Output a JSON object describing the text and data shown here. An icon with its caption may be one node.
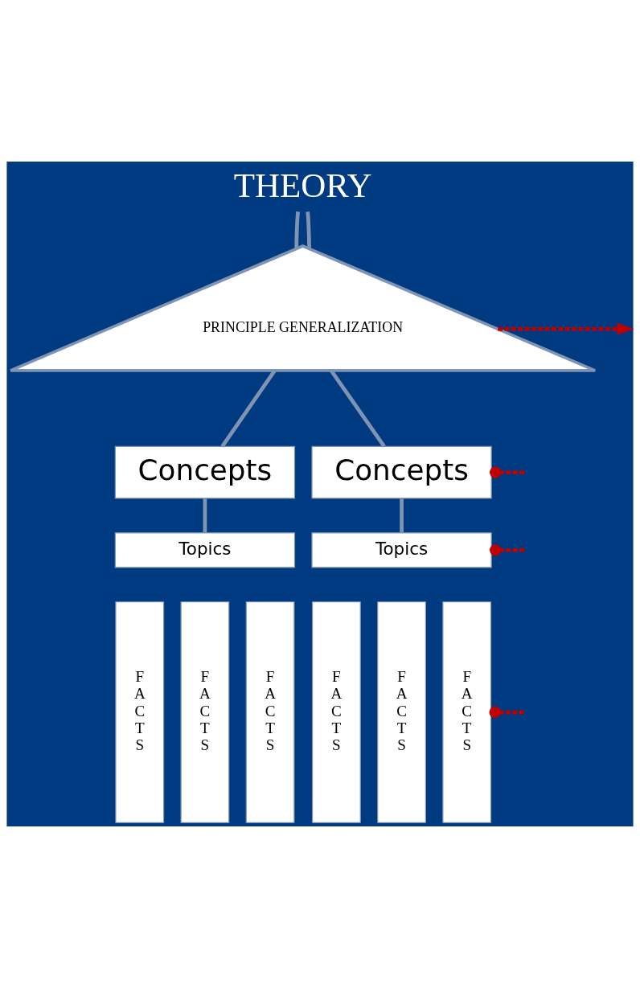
{
  "diagram": {
    "nodes": [
      {
        "text": [
          "THEORY"
        ]
      },
      {
        "text": [
          "PRINCIPLE GENERALIZATION"
        ]
      },
      {
        "text": [
          "Concepts"
        ]
      },
      {
        "text": [
          "Concepts"
        ]
      },
      {
        "text": [
          "Topics"
        ]
      },
      {
        "text": [
          "Topics"
        ]
      },
      {
        "text": [
          "F A C T S"
        ]
      },
      {
        "text": [
          "F A C T S"
        ]
      },
      {
        "text": [
          "F A C T S"
        ]
      },
      {
        "text": [
          "F A C T S"
        ]
      },
      {
        "text": [
          "F A C T S"
        ]
      },
      {
        "text": [
          "F A C T S"
        ]
      }
    ],
    "edges": [
      {
        "from": 0,
        "to": 1,
        "arrow": "none"
      },
      {
        "from": 0,
        "to": 1,
        "arrow": "none"
      },
      {
        "from": 1,
        "to": 2,
        "arrow": "none"
      },
      {
        "from": 1,
        "to": 3,
        "arrow": "none"
      },
      {
        "from": 2,
        "to": 4,
        "arrow": "none"
      },
      {
        "from": 3,
        "to": 5,
        "arrow": "none"
      },
      {
        "from": 1,
        "to": null,
        "arrow": "to",
        "style": "dashed",
        "color": "#c00000"
      },
      {
        "from": 3,
        "to": null,
        "arrow": "other",
        "style": "dashed",
        "color": "#c00000"
      },
      {
        "from": 5,
        "to": null,
        "arrow": "other",
        "style": "dashed",
        "color": "#c00000"
      },
      {
        "from": 11,
        "to": null,
        "arrow": "other",
        "style": "dashed",
        "color": "#c00000"
      }
    ]
  }
}
